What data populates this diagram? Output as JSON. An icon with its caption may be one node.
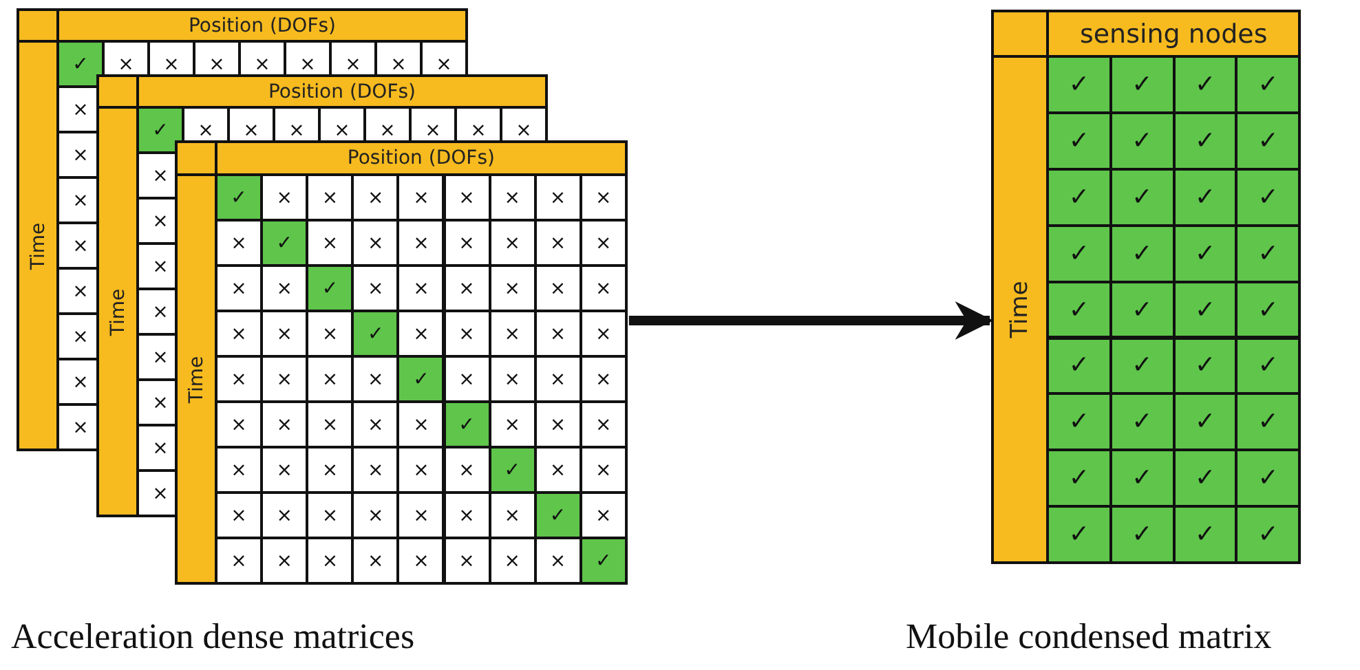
{
  "diagram": {
    "nodes": [
      {
        "text": [
          "Position (DOFs)"
        ]
      },
      {
        "text": [
          "Time"
        ]
      },
      {
        "text": [
          "Position (DOFs)"
        ]
      },
      {
        "text": [
          "Time"
        ]
      },
      {
        "text": [
          "Position (DOFs)",
          "Time"
        ]
      },
      {
        "text": [
          "sensing nodes",
          "Time"
        ]
      }
    ],
    "edges": [
      {
        "from": 4,
        "to": 5,
        "arrow": "to"
      }
    ],
    "labels": [
      "✓",
      "×",
      "×",
      "×",
      "×",
      "×",
      "×",
      "×",
      "×",
      "×",
      "×",
      "×",
      "×",
      "×",
      "×",
      "×",
      "×",
      "✓",
      "×",
      "×",
      "×",
      "×",
      "×",
      "×",
      "×",
      "×",
      "×",
      "×",
      "×",
      "×",
      "×",
      "×",
      "×",
      "×",
      "✓",
      "×",
      "×",
      "×",
      "×",
      "×",
      "×",
      "×",
      "×",
      "×",
      "✓",
      "×",
      "×",
      "×",
      "×",
      "×",
      "×",
      "×",
      "×",
      "×",
      "✓",
      "×",
      "×",
      "×",
      "×",
      "×",
      "×",
      "×",
      "×",
      "×",
      "✓",
      "×",
      "×",
      "×",
      "×",
      "×",
      "×",
      "×",
      "×",
      "×",
      "✓",
      "×",
      "×",
      "×",
      "×",
      "×",
      "×",
      "×",
      "×",
      "×",
      "✓",
      "×",
      "×",
      "×",
      "×",
      "×",
      "×",
      "×",
      "×",
      "×",
      "✓",
      "×",
      "×",
      "×",
      "×",
      "×",
      "×",
      "×",
      "×",
      "×",
      "✓",
      "×",
      "×",
      "×",
      "×",
      "×",
      "×",
      "×",
      "×",
      "×",
      "✓",
      "✓",
      "✓",
      "✓",
      "✓",
      "✓",
      "✓",
      "✓",
      "✓",
      "✓",
      "✓",
      "✓",
      "✓",
      "✓",
      "✓",
      "✓",
      "✓",
      "✓",
      "✓",
      "✓",
      "✓",
      "✓",
      "✓",
      "✓",
      "✓",
      "✓",
      "✓",
      "✓",
      "✓",
      "✓",
      "✓",
      "✓",
      "✓",
      "✓",
      "✓",
      "✓",
      "✓",
      "Acceleration dense matrices",
      "Mobile condensed matrix"
    ]
  }
}
